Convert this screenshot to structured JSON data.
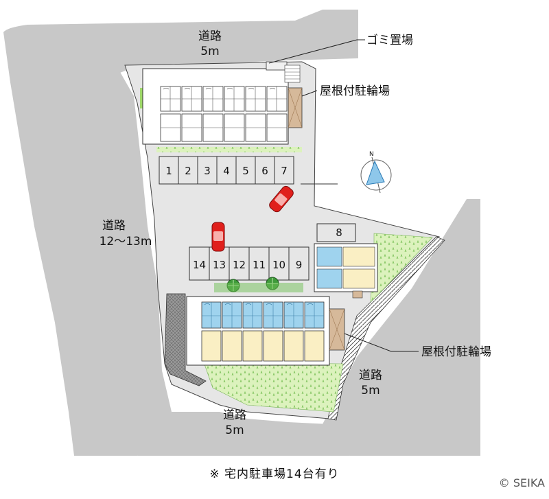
{
  "roads": {
    "north": {
      "name": "道路",
      "width": "5m"
    },
    "west": {
      "name": "道路",
      "width": "12〜13m"
    },
    "southeast": {
      "name": "道路",
      "width": "5m"
    },
    "south": {
      "name": "道路",
      "width": "5m"
    }
  },
  "facilities": {
    "garbage": "ゴミ置場",
    "bike_parking_north": "屋根付駐輪場",
    "bike_parking_south": "屋根付駐輪場"
  },
  "parking_spaces": {
    "north_row": [
      "1",
      "2",
      "3",
      "4",
      "5",
      "6",
      "7"
    ],
    "south_row": [
      "14",
      "13",
      "12",
      "11",
      "10",
      "9"
    ],
    "extra": "8"
  },
  "compass": {
    "north_mark": "N"
  },
  "colors": {
    "road": "#c8c8c8",
    "lot": "#e6e6e6",
    "building_room": "#faefc4",
    "building_blue": "#9fd3ee",
    "lawn": "#d6efb2",
    "bike_shelter": "#d6b99a",
    "car": "#e0201c"
  },
  "caption": "※ 宅内駐車場14台有り",
  "copyright": "© SEIKA"
}
